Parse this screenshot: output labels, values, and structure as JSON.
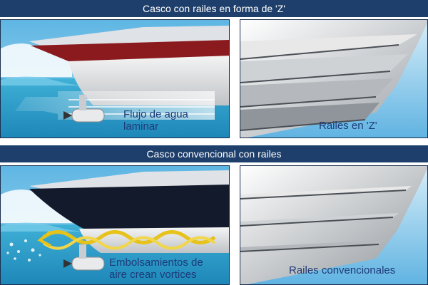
{
  "sections": [
    {
      "title": "Casco con railes en forma de 'Z'",
      "left_caption": [
        "Flujo de agua",
        "laminar"
      ],
      "right_caption": "Railes en 'Z'",
      "hull_stripe_color": "#8a1a1e"
    },
    {
      "title": "Casco convencional con railes",
      "left_caption": [
        "Embolsamientos de",
        "aire crean vortices"
      ],
      "right_caption": "Railes convencionales",
      "hull_stripe_color": "#131a2b"
    }
  ],
  "colors": {
    "banner": "#1e3f6b",
    "caption": "#1c3a78",
    "water": "#2a9cc7",
    "sky": "#7fc6ea",
    "vortex": "#e6c21a"
  }
}
